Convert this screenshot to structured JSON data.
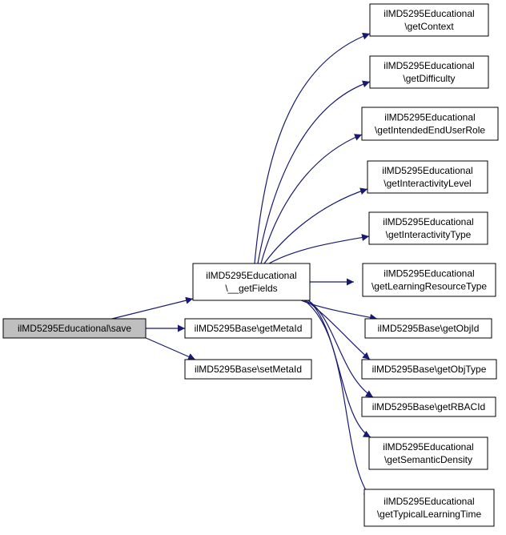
{
  "colors": {
    "edge": "#191970",
    "node_border": "#000000",
    "node_fill": "#ffffff",
    "root_fill": "#bfbfbf"
  },
  "graph": {
    "root": {
      "id": "root",
      "lines": [
        "ilMD5295Educational\\save"
      ]
    },
    "nodes": [
      {
        "id": "getFields",
        "lines": [
          "ilMD5295Educational",
          "\\__getFields"
        ]
      },
      {
        "id": "getMetaId",
        "lines": [
          "ilMD5295Base\\getMetaId"
        ]
      },
      {
        "id": "setMetaId",
        "lines": [
          "ilMD5295Base\\setMetaId"
        ]
      },
      {
        "id": "getContext",
        "lines": [
          "ilMD5295Educational",
          "\\getContext"
        ]
      },
      {
        "id": "getDifficulty",
        "lines": [
          "ilMD5295Educational",
          "\\getDifficulty"
        ]
      },
      {
        "id": "getIntendedEndUserRole",
        "lines": [
          "ilMD5295Educational",
          "\\getIntendedEndUserRole"
        ]
      },
      {
        "id": "getInteractivityLevel",
        "lines": [
          "ilMD5295Educational",
          "\\getInteractivityLevel"
        ]
      },
      {
        "id": "getInteractivityType",
        "lines": [
          "ilMD5295Educational",
          "\\getInteractivityType"
        ]
      },
      {
        "id": "getLearningResourceType",
        "lines": [
          "ilMD5295Educational",
          "\\getLearningResourceType"
        ]
      },
      {
        "id": "getObjId",
        "lines": [
          "ilMD5295Base\\getObjId"
        ]
      },
      {
        "id": "getObjType",
        "lines": [
          "ilMD5295Base\\getObjType"
        ]
      },
      {
        "id": "getRBACId",
        "lines": [
          "ilMD5295Base\\getRBACId"
        ]
      },
      {
        "id": "getSemanticDensity",
        "lines": [
          "ilMD5295Educational",
          "\\getSemanticDensity"
        ]
      },
      {
        "id": "getTypicalLearningTime",
        "lines": [
          "ilMD5295Educational",
          "\\getTypicalLearningTime"
        ]
      }
    ],
    "edges": [
      {
        "from": "root",
        "to": "getFields"
      },
      {
        "from": "root",
        "to": "getMetaId"
      },
      {
        "from": "root",
        "to": "setMetaId"
      },
      {
        "from": "getFields",
        "to": "getContext"
      },
      {
        "from": "getFields",
        "to": "getDifficulty"
      },
      {
        "from": "getFields",
        "to": "getIntendedEndUserRole"
      },
      {
        "from": "getFields",
        "to": "getInteractivityLevel"
      },
      {
        "from": "getFields",
        "to": "getInteractivityType"
      },
      {
        "from": "getFields",
        "to": "getLearningResourceType"
      },
      {
        "from": "getFields",
        "to": "getObjId"
      },
      {
        "from": "getFields",
        "to": "getObjType"
      },
      {
        "from": "getFields",
        "to": "getRBACId"
      },
      {
        "from": "getFields",
        "to": "getSemanticDensity"
      },
      {
        "from": "getFields",
        "to": "getTypicalLearningTime"
      }
    ]
  }
}
